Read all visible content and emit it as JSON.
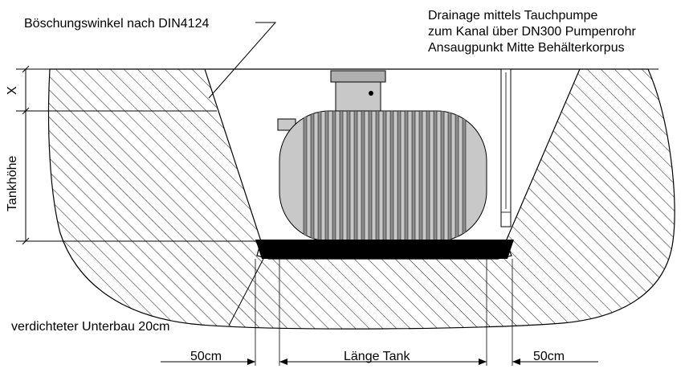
{
  "labels": {
    "slope_angle": "Böschungswinkel nach DIN4124",
    "drainage_line1": "Drainage mittels Tauchpumpe",
    "drainage_line2": "zum Kanal über DN300 Pumpenrohr",
    "drainage_line3": "Ansaugpunkt Mitte Behälterkorpus",
    "cover_depth": "X",
    "tank_height": "Tankhöhe",
    "base_layer": "verdichteter Unterbau 20cm",
    "clearance_left": "50cm",
    "tank_length": "Länge Tank",
    "clearance_right": "50cm"
  },
  "colors": {
    "line": "#000000",
    "tank_fill": "#c8c8c8",
    "tank_rib": "#8c8c8c",
    "base_fill": "#000000",
    "hatch": "#000000"
  }
}
